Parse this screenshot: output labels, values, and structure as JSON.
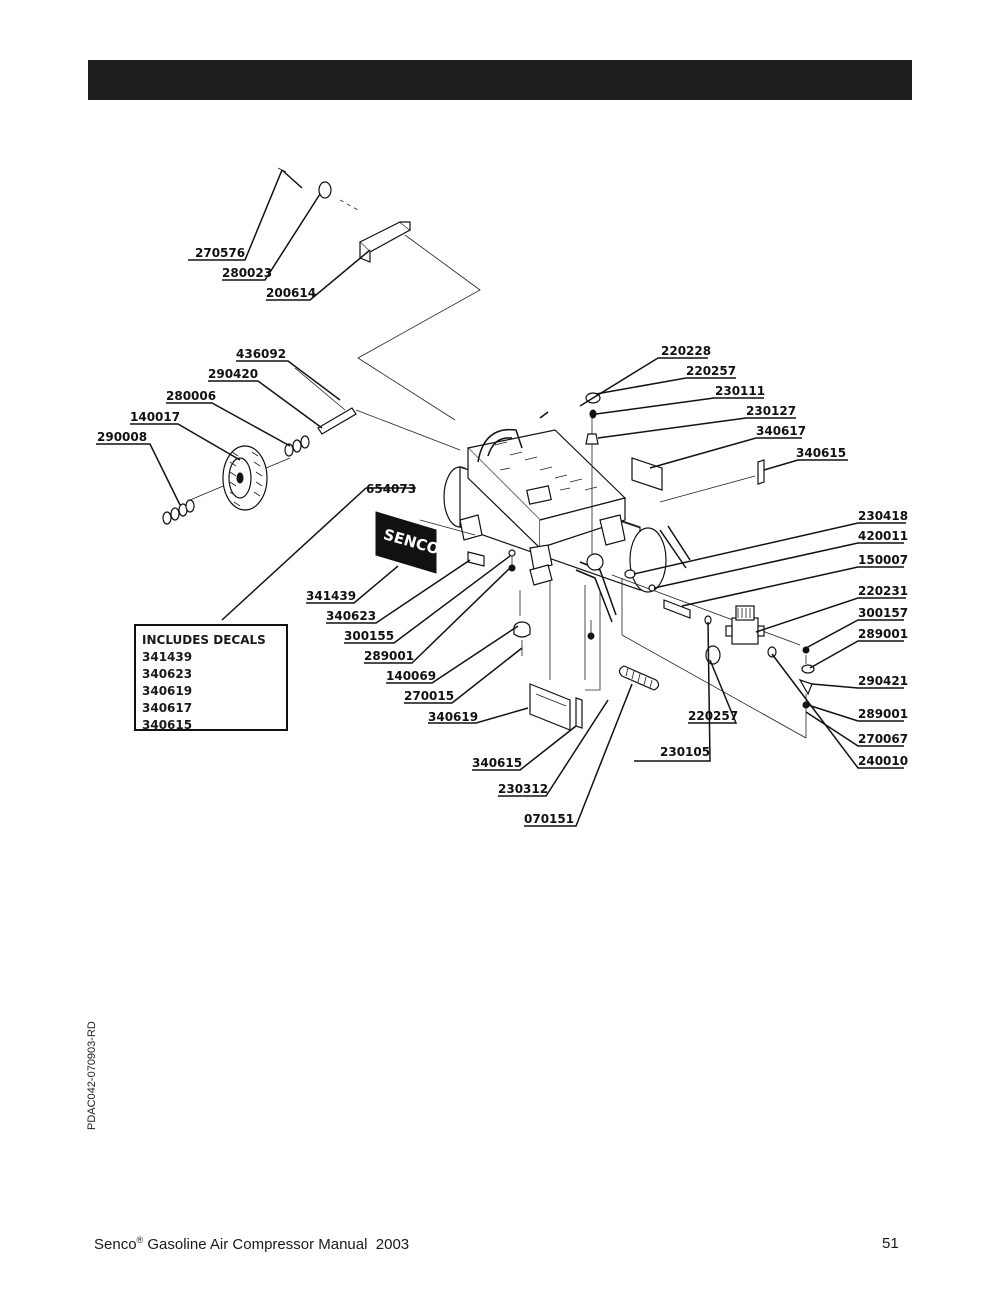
{
  "header": {
    "title": ""
  },
  "diagram": {
    "part_numbers": [
      "270576",
      "280023",
      "200614",
      "436092",
      "290420",
      "280006",
      "140017",
      "290008",
      "220228",
      "220257",
      "230111",
      "230127",
      "340617",
      "340615",
      "654073",
      "341439",
      "340623",
      "300155",
      "289001",
      "140069",
      "270015",
      "340619",
      "340615",
      "230312",
      "070151",
      "230418",
      "420011",
      "150007",
      "220231",
      "300157",
      "289001",
      "290421",
      "289001",
      "270067",
      "240010",
      "220257",
      "230105"
    ],
    "decal_box": {
      "heading": "INCLUDES DECALS",
      "items": [
        "341439",
        "340623",
        "340619",
        "340617",
        "340615"
      ]
    },
    "senco_decal_text": "SENCO"
  },
  "side_code": "PDAC042-070903-RD",
  "footer": {
    "brand": "Senco",
    "registered_mark": "®",
    "title_rest": " Gasoline Air Compressor Manual  2003",
    "page_number": "51"
  }
}
